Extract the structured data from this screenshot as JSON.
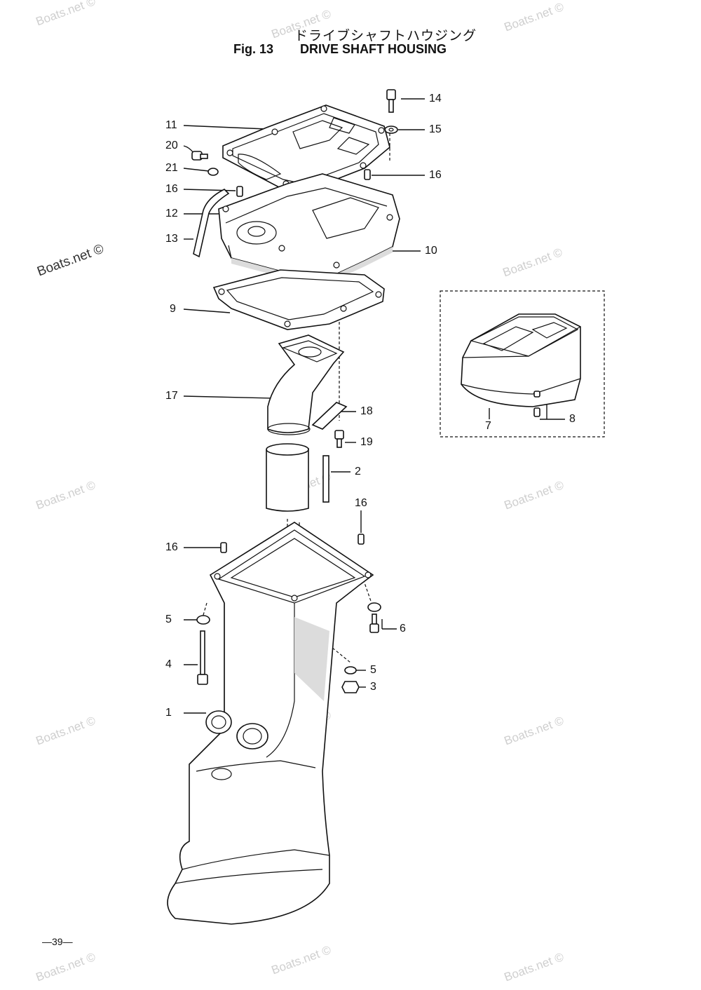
{
  "header": {
    "title_japanese": "ドライブシャフトハウジング",
    "figure_label": "Fig. 13",
    "title_english": "DRIVE SHAFT HOUSING"
  },
  "watermark": {
    "text": "Boats.net ©"
  },
  "callouts": [
    {
      "id": "c14",
      "label": "14"
    },
    {
      "id": "c11",
      "label": "11"
    },
    {
      "id": "c15",
      "label": "15"
    },
    {
      "id": "c20",
      "label": "20"
    },
    {
      "id": "c21",
      "label": "21"
    },
    {
      "id": "c16a",
      "label": "16"
    },
    {
      "id": "c16b",
      "label": "16"
    },
    {
      "id": "c12",
      "label": "12"
    },
    {
      "id": "c13",
      "label": "13"
    },
    {
      "id": "c10",
      "label": "10"
    },
    {
      "id": "c9",
      "label": "9"
    },
    {
      "id": "c17",
      "label": "17"
    },
    {
      "id": "c18",
      "label": "18"
    },
    {
      "id": "c19",
      "label": "19"
    },
    {
      "id": "c2",
      "label": "2"
    },
    {
      "id": "c16c",
      "label": "16"
    },
    {
      "id": "c16d",
      "label": "16"
    },
    {
      "id": "c5a",
      "label": "5"
    },
    {
      "id": "c6",
      "label": "6"
    },
    {
      "id": "c4",
      "label": "4"
    },
    {
      "id": "c5b",
      "label": "5"
    },
    {
      "id": "c3",
      "label": "3"
    },
    {
      "id": "c1",
      "label": "1"
    },
    {
      "id": "c7",
      "label": "7"
    },
    {
      "id": "c8",
      "label": "8"
    }
  ],
  "footer": {
    "page_number": "—39—"
  }
}
